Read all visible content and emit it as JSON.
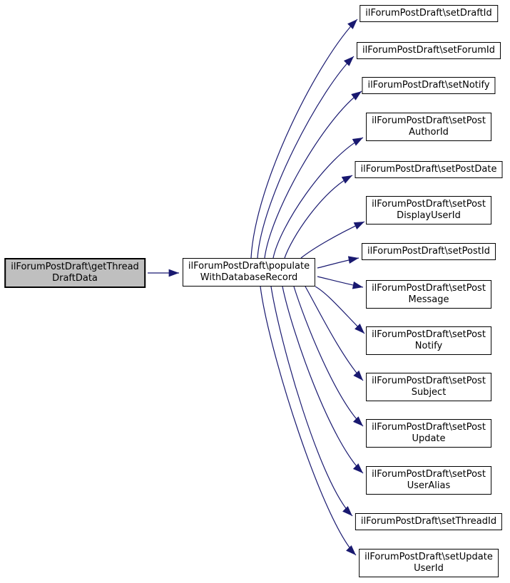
{
  "graph": {
    "kind": "call-graph",
    "colors": {
      "edge": "#191970",
      "root_fill": "#bfbfbf",
      "node_fill": "#ffffff",
      "border": "#000000"
    },
    "root": {
      "label": "ilForumPostDraft\\getThread\nDraftData"
    },
    "caller": {
      "label": "ilForumPostDraft\\populate\nWithDatabaseRecord"
    },
    "callees": [
      {
        "label": "ilForumPostDraft\\setDraftId"
      },
      {
        "label": "ilForumPostDraft\\setForumId"
      },
      {
        "label": "ilForumPostDraft\\setNotify"
      },
      {
        "label": "ilForumPostDraft\\setPost\nAuthorId"
      },
      {
        "label": "ilForumPostDraft\\setPostDate"
      },
      {
        "label": "ilForumPostDraft\\setPost\nDisplayUserId"
      },
      {
        "label": "ilForumPostDraft\\setPostId"
      },
      {
        "label": "ilForumPostDraft\\setPost\nMessage"
      },
      {
        "label": "ilForumPostDraft\\setPost\nNotify"
      },
      {
        "label": "ilForumPostDraft\\setPost\nSubject"
      },
      {
        "label": "ilForumPostDraft\\setPost\nUpdate"
      },
      {
        "label": "ilForumPostDraft\\setPost\nUserAlias"
      },
      {
        "label": "ilForumPostDraft\\setThreadId"
      },
      {
        "label": "ilForumPostDraft\\setUpdate\nUserId"
      }
    ],
    "edges": [
      {
        "from": "getThreadDraftData",
        "to": "populateWithDatabaseRecord"
      },
      {
        "from": "populateWithDatabaseRecord",
        "to": "setDraftId"
      },
      {
        "from": "populateWithDatabaseRecord",
        "to": "setForumId"
      },
      {
        "from": "populateWithDatabaseRecord",
        "to": "setNotify"
      },
      {
        "from": "populateWithDatabaseRecord",
        "to": "setPostAuthorId"
      },
      {
        "from": "populateWithDatabaseRecord",
        "to": "setPostDate"
      },
      {
        "from": "populateWithDatabaseRecord",
        "to": "setPostDisplayUserId"
      },
      {
        "from": "populateWithDatabaseRecord",
        "to": "setPostId"
      },
      {
        "from": "populateWithDatabaseRecord",
        "to": "setPostMessage"
      },
      {
        "from": "populateWithDatabaseRecord",
        "to": "setPostNotify"
      },
      {
        "from": "populateWithDatabaseRecord",
        "to": "setPostSubject"
      },
      {
        "from": "populateWithDatabaseRecord",
        "to": "setPostUpdate"
      },
      {
        "from": "populateWithDatabaseRecord",
        "to": "setPostUserAlias"
      },
      {
        "from": "populateWithDatabaseRecord",
        "to": "setThreadId"
      },
      {
        "from": "populateWithDatabaseRecord",
        "to": "setUpdateUserId"
      }
    ]
  }
}
